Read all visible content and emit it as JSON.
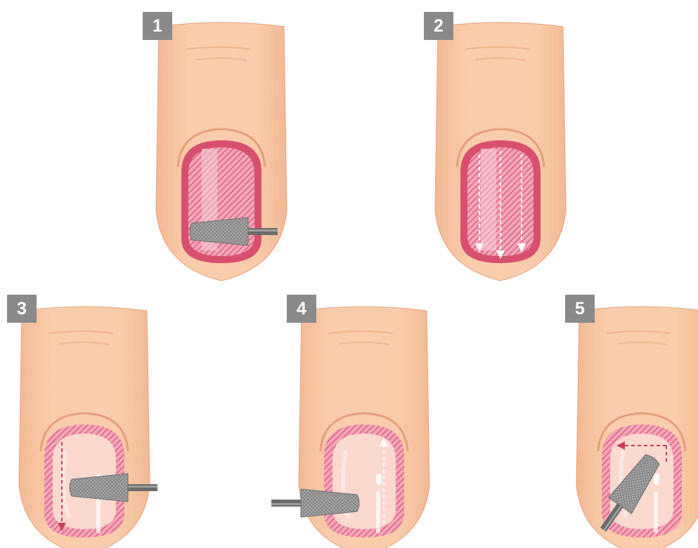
{
  "colors": {
    "skin": "#f8c9a6",
    "skin_shadow": "#f0b790",
    "skin_line": "#e6a07c",
    "polish": "#d9506f",
    "polish_light": "#f3a6b9",
    "natural_nail": "#fbd9cf",
    "bit_metal": "#9a9a9a",
    "bit_shaft": "#6b6b6b",
    "arrow_white": "#ffffff",
    "arrow_pink": "#c9405e",
    "badge_bg": "#8a8a8a"
  },
  "steps": [
    {
      "number": "1",
      "stage": "full-polish",
      "tool": "carbide-bit-horizontal"
    },
    {
      "number": "2",
      "stage": "full-polish",
      "tool": "none",
      "arrows": "down-white"
    },
    {
      "number": "3",
      "stage": "edge-polish",
      "tool": "carbide-bit-horizontal",
      "arrows": "down-pink-left"
    },
    {
      "number": "4",
      "stage": "edge-polish",
      "tool": "carbide-bit-horizontal-left",
      "arrows": "up-white-right"
    },
    {
      "number": "5",
      "stage": "edge-polish",
      "tool": "carbide-bit-angled",
      "arrows": "left-pink-top"
    }
  ]
}
